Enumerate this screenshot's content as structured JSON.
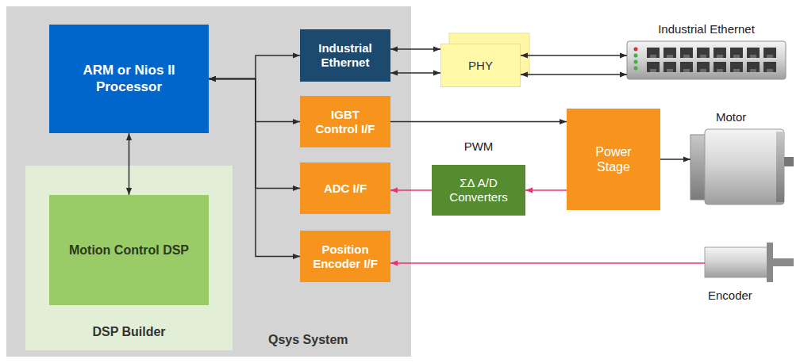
{
  "diagram": {
    "nodes": [
      {
        "text": [
          "Qsys System"
        ]
      },
      {
        "text": [
          "DSP Builder"
        ],
        "in": 0
      },
      {
        "text": [
          "ARM or Nios II Processor"
        ],
        "in": 0
      },
      {
        "text": [
          "Motion Control DSP"
        ],
        "in": 1
      },
      {
        "text": [
          "Industrial Ethernet"
        ],
        "in": 0
      },
      {
        "text": [
          "IGBT Control I/F"
        ],
        "in": 0
      },
      {
        "text": [
          "ADC I/F"
        ],
        "in": 0
      },
      {
        "text": [
          "Position Encoder I/F"
        ],
        "in": 0
      },
      {
        "text": [
          "PHY"
        ]
      },
      {
        "text": [
          "Power Stage"
        ]
      },
      {
        "text": [
          "ΣΔ A/D Converters"
        ]
      },
      {
        "text": [
          "Industrial Ethernet"
        ]
      },
      {
        "text": [
          "Motor"
        ]
      },
      {
        "text": [
          "Encoder"
        ]
      }
    ],
    "edges": [
      {
        "from": 2,
        "to": 3,
        "arrow": "both"
      },
      {
        "from": 2,
        "to": 4,
        "arrow": "both"
      },
      {
        "from": 2,
        "to": 5,
        "arrow": "both"
      },
      {
        "from": 2,
        "to": 6,
        "arrow": "both"
      },
      {
        "from": 2,
        "to": 7,
        "arrow": "both"
      },
      {
        "from": 4,
        "to": 8,
        "arrow": "both"
      },
      {
        "from": 4,
        "to": 8,
        "arrow": "both"
      },
      {
        "from": 8,
        "to": 11,
        "arrow": "both"
      },
      {
        "from": 8,
        "to": 11,
        "arrow": "both"
      },
      {
        "from": 5,
        "to": 9,
        "label": "PWM",
        "arrow": "to"
      },
      {
        "from": 9,
        "to": 12,
        "arrow": "to"
      },
      {
        "from": 9,
        "to": 10,
        "arrow": "to"
      },
      {
        "from": 10,
        "to": 6,
        "arrow": "to"
      },
      {
        "from": 13,
        "to": 7,
        "arrow": "to"
      }
    ]
  }
}
